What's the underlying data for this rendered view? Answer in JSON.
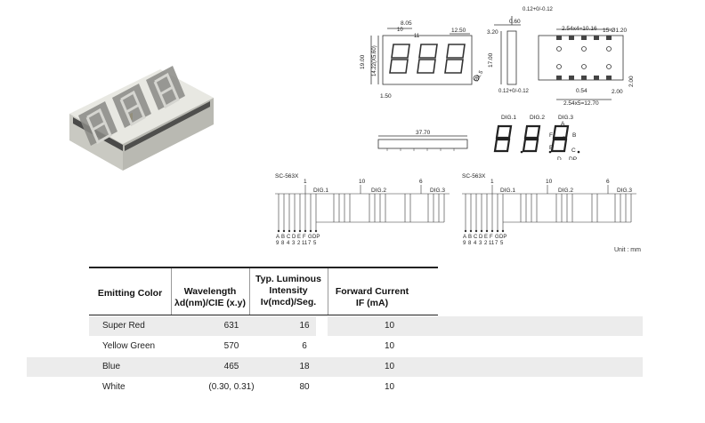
{
  "photo": {
    "description_icon": "three-digit-seven-segment-display"
  },
  "dimensions": {
    "top_tol": "0.12+0/-0.12",
    "w_805": "8.05",
    "w_10": "10",
    "w_11": "11",
    "w_1250": "12.50",
    "h_1900": "19.00",
    "h_1422": "14.22(X5.60)",
    "d_15": "Ø1.5",
    "w_150": "1.50",
    "side_320": "3.20",
    "side_060": "0.60",
    "side_1700": "17.00",
    "side_tol": "0.12+0/-0.12",
    "pitch_top": "2.54x4=10.16",
    "d_15b": "15-Ø1.20",
    "w_054": "0.54",
    "w_200a": "2.00",
    "w_200b": "2.00",
    "pitch_bottom": "2.54x5=12.70",
    "len_3770": "37.70"
  },
  "segment_diagram": {
    "digits": [
      "DIG.1",
      "DIG.2",
      "DIG.3"
    ],
    "segments": [
      "A",
      "B",
      "C",
      "D",
      "E",
      "F",
      "G",
      "DP"
    ]
  },
  "circuits": [
    {
      "model": "SC-563X",
      "top_pins": [
        "1",
        "10",
        "6"
      ],
      "digit_labels": [
        "DIG.1",
        "DIG.2",
        "DIG.3"
      ],
      "seg_letters": [
        "A",
        "B",
        "C",
        "D",
        "E",
        "F",
        "G",
        "DP"
      ],
      "pin_numbers": [
        "9",
        "8",
        "4",
        "3",
        "2",
        "11",
        "7",
        "5"
      ]
    },
    {
      "model": "SC-563X",
      "top_pins": [
        "1",
        "10",
        "6"
      ],
      "digit_labels": [
        "DIG.1",
        "DIG.2",
        "DIG.3"
      ],
      "seg_letters": [
        "A",
        "B",
        "C",
        "D",
        "E",
        "F",
        "G",
        "DP"
      ],
      "pin_numbers": [
        "9",
        "8",
        "4",
        "3",
        "2",
        "11",
        "7",
        "5"
      ]
    }
  ],
  "unit_note": "Unit : mm",
  "table": {
    "headers": {
      "color": "Emitting Color",
      "wavelength_1": "Wavelength",
      "wavelength_2": "λd(nm)/CIE (x.y)",
      "lum_1": "Typ. Luminous",
      "lum_2": "Intensity",
      "lum_3": "Iv(mcd)/Seg.",
      "fc_1": "Forward Current",
      "fc_2": "IF (mA)"
    },
    "rows": [
      {
        "color": "Super Red",
        "wavelength": "631",
        "intensity": "16",
        "current": "10"
      },
      {
        "color": "Yellow Green",
        "wavelength": "570",
        "intensity": "6",
        "current": "10"
      },
      {
        "color": "Blue",
        "wavelength": "465",
        "intensity": "18",
        "current": "10"
      },
      {
        "color": "White",
        "wavelength": "(0.30, 0.31)",
        "intensity": "80",
        "current": "10"
      }
    ]
  }
}
